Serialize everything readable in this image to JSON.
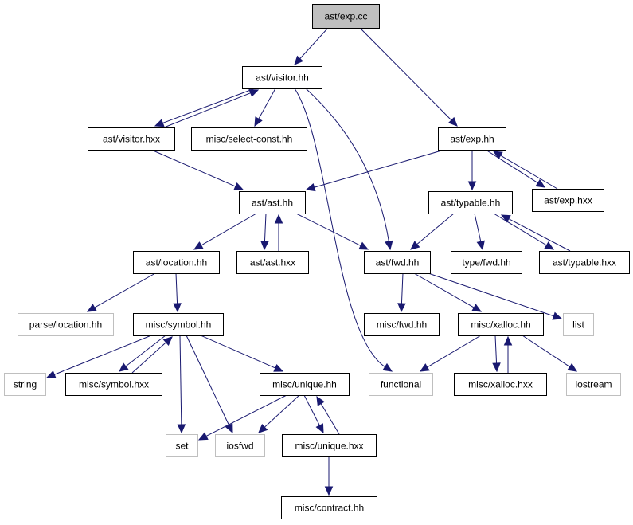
{
  "graph": {
    "edge_color": "#191970",
    "root_fill": "#bfbfbf",
    "external_stroke": "#bfbfbf",
    "nodes": [
      {
        "id": "exp_cc",
        "label": "ast/exp.cc"
      },
      {
        "id": "visitor_hh",
        "label": "ast/visitor.hh"
      },
      {
        "id": "exp_hh",
        "label": "ast/exp.hh"
      },
      {
        "id": "visitor_hxx",
        "label": "ast/visitor.hxx"
      },
      {
        "id": "select_const",
        "label": "misc/select-const.hh"
      },
      {
        "id": "ast_hh",
        "label": "ast/ast.hh"
      },
      {
        "id": "typable_hh",
        "label": "ast/typable.hh"
      },
      {
        "id": "exp_hxx",
        "label": "ast/exp.hxx"
      },
      {
        "id": "location_hh",
        "label": "ast/location.hh"
      },
      {
        "id": "ast_hxx",
        "label": "ast/ast.hxx"
      },
      {
        "id": "fwd_hh",
        "label": "ast/fwd.hh"
      },
      {
        "id": "type_fwd",
        "label": "type/fwd.hh"
      },
      {
        "id": "typable_hxx",
        "label": "ast/typable.hxx"
      },
      {
        "id": "parse_location",
        "label": "parse/location.hh"
      },
      {
        "id": "symbol_hh",
        "label": "misc/symbol.hh"
      },
      {
        "id": "misc_fwd",
        "label": "misc/fwd.hh"
      },
      {
        "id": "xalloc_hh",
        "label": "misc/xalloc.hh"
      },
      {
        "id": "list",
        "label": "list"
      },
      {
        "id": "string",
        "label": "string"
      },
      {
        "id": "symbol_hxx",
        "label": "misc/symbol.hxx"
      },
      {
        "id": "unique_hh",
        "label": "misc/unique.hh"
      },
      {
        "id": "functional",
        "label": "functional"
      },
      {
        "id": "xalloc_hxx",
        "label": "misc/xalloc.hxx"
      },
      {
        "id": "iostream",
        "label": "iostream"
      },
      {
        "id": "set",
        "label": "set"
      },
      {
        "id": "iosfwd",
        "label": "iosfwd"
      },
      {
        "id": "unique_hxx",
        "label": "misc/unique.hxx"
      },
      {
        "id": "contract_hh",
        "label": "misc/contract.hh"
      }
    ],
    "edges": [
      {
        "from": "exp_cc",
        "to": "visitor_hh"
      },
      {
        "from": "exp_cc",
        "to": "exp_hh"
      },
      {
        "from": "visitor_hh",
        "to": "visitor_hxx"
      },
      {
        "from": "visitor_hh",
        "to": "select_const"
      },
      {
        "from": "visitor_hh",
        "to": "fwd_hh"
      },
      {
        "from": "visitor_hh",
        "to": "functional"
      },
      {
        "from": "visitor_hxx",
        "to": "visitor_hh"
      },
      {
        "from": "visitor_hxx",
        "to": "ast_hh"
      },
      {
        "from": "exp_hh",
        "to": "ast_hh"
      },
      {
        "from": "exp_hh",
        "to": "typable_hh"
      },
      {
        "from": "exp_hh",
        "to": "exp_hxx"
      },
      {
        "from": "exp_hxx",
        "to": "exp_hh"
      },
      {
        "from": "ast_hh",
        "to": "location_hh"
      },
      {
        "from": "ast_hh",
        "to": "ast_hxx"
      },
      {
        "from": "ast_hh",
        "to": "fwd_hh"
      },
      {
        "from": "ast_hxx",
        "to": "ast_hh"
      },
      {
        "from": "typable_hh",
        "to": "fwd_hh"
      },
      {
        "from": "typable_hh",
        "to": "type_fwd"
      },
      {
        "from": "typable_hh",
        "to": "typable_hxx"
      },
      {
        "from": "typable_hxx",
        "to": "typable_hh"
      },
      {
        "from": "location_hh",
        "to": "parse_location"
      },
      {
        "from": "location_hh",
        "to": "symbol_hh"
      },
      {
        "from": "fwd_hh",
        "to": "misc_fwd"
      },
      {
        "from": "fwd_hh",
        "to": "xalloc_hh"
      },
      {
        "from": "fwd_hh",
        "to": "list"
      },
      {
        "from": "symbol_hh",
        "to": "string"
      },
      {
        "from": "symbol_hh",
        "to": "symbol_hxx"
      },
      {
        "from": "symbol_hh",
        "to": "set"
      },
      {
        "from": "symbol_hh",
        "to": "iosfwd"
      },
      {
        "from": "symbol_hh",
        "to": "unique_hh"
      },
      {
        "from": "symbol_hxx",
        "to": "symbol_hh"
      },
      {
        "from": "xalloc_hh",
        "to": "functional"
      },
      {
        "from": "xalloc_hh",
        "to": "xalloc_hxx"
      },
      {
        "from": "xalloc_hh",
        "to": "iostream"
      },
      {
        "from": "xalloc_hxx",
        "to": "xalloc_hh"
      },
      {
        "from": "unique_hh",
        "to": "set"
      },
      {
        "from": "unique_hh",
        "to": "iosfwd"
      },
      {
        "from": "unique_hh",
        "to": "unique_hxx"
      },
      {
        "from": "unique_hxx",
        "to": "unique_hh"
      },
      {
        "from": "unique_hxx",
        "to": "contract_hh"
      }
    ]
  }
}
